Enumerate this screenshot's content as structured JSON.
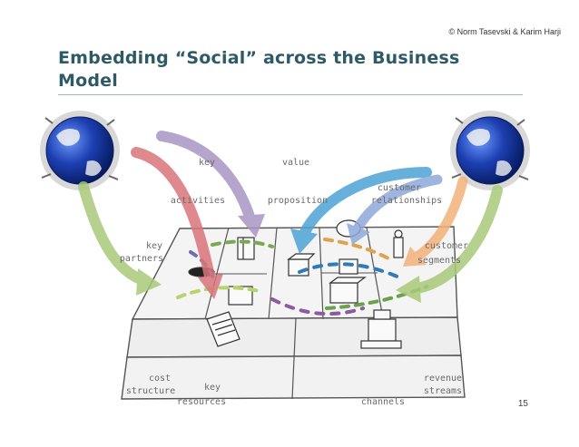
{
  "copyright": "© Norm Tasevski & Karim Harji",
  "title": "Embedding “Social” across the Business Model",
  "page_number": "15",
  "labels": {
    "key_activities": [
      "key",
      "activities"
    ],
    "value_proposition": [
      "value",
      "proposition"
    ],
    "customer_relationships": [
      "customer",
      "relationships"
    ],
    "key_partners": [
      "key",
      "partners"
    ],
    "customer_segments": [
      "customer",
      "segments"
    ],
    "cost_structure": [
      "cost",
      "structure"
    ],
    "key_resources": [
      "key",
      "resources"
    ],
    "channels": "channels",
    "revenue_streams": [
      "revenue",
      "streams"
    ]
  },
  "arrows": {
    "green": "#a9c97a",
    "red": "#d9757a",
    "purple": "#a996c4",
    "blue": "#4ea3d6",
    "light_blue": "#8fa9da",
    "orange": "#f3b27a"
  }
}
